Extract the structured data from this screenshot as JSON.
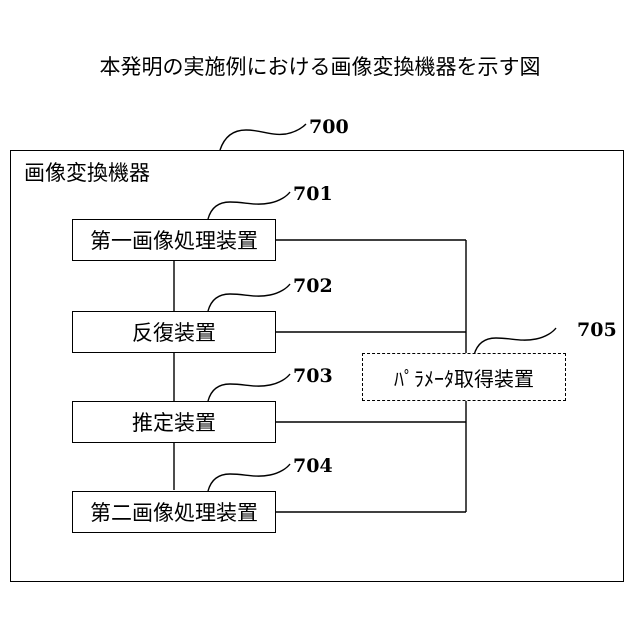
{
  "title": "本発明の実施例における画像変換機器を示す図",
  "outer": {
    "ref": "700",
    "label": "画像変換機器"
  },
  "blocks": [
    {
      "ref": "701",
      "label": "第一画像処理装置"
    },
    {
      "ref": "702",
      "label": "反復装置"
    },
    {
      "ref": "703",
      "label": "推定装置"
    },
    {
      "ref": "704",
      "label": "第二画像処理装置"
    }
  ],
  "param": {
    "ref": "705",
    "label": "ﾊﾟﾗﾒｰﾀ取得装置"
  }
}
